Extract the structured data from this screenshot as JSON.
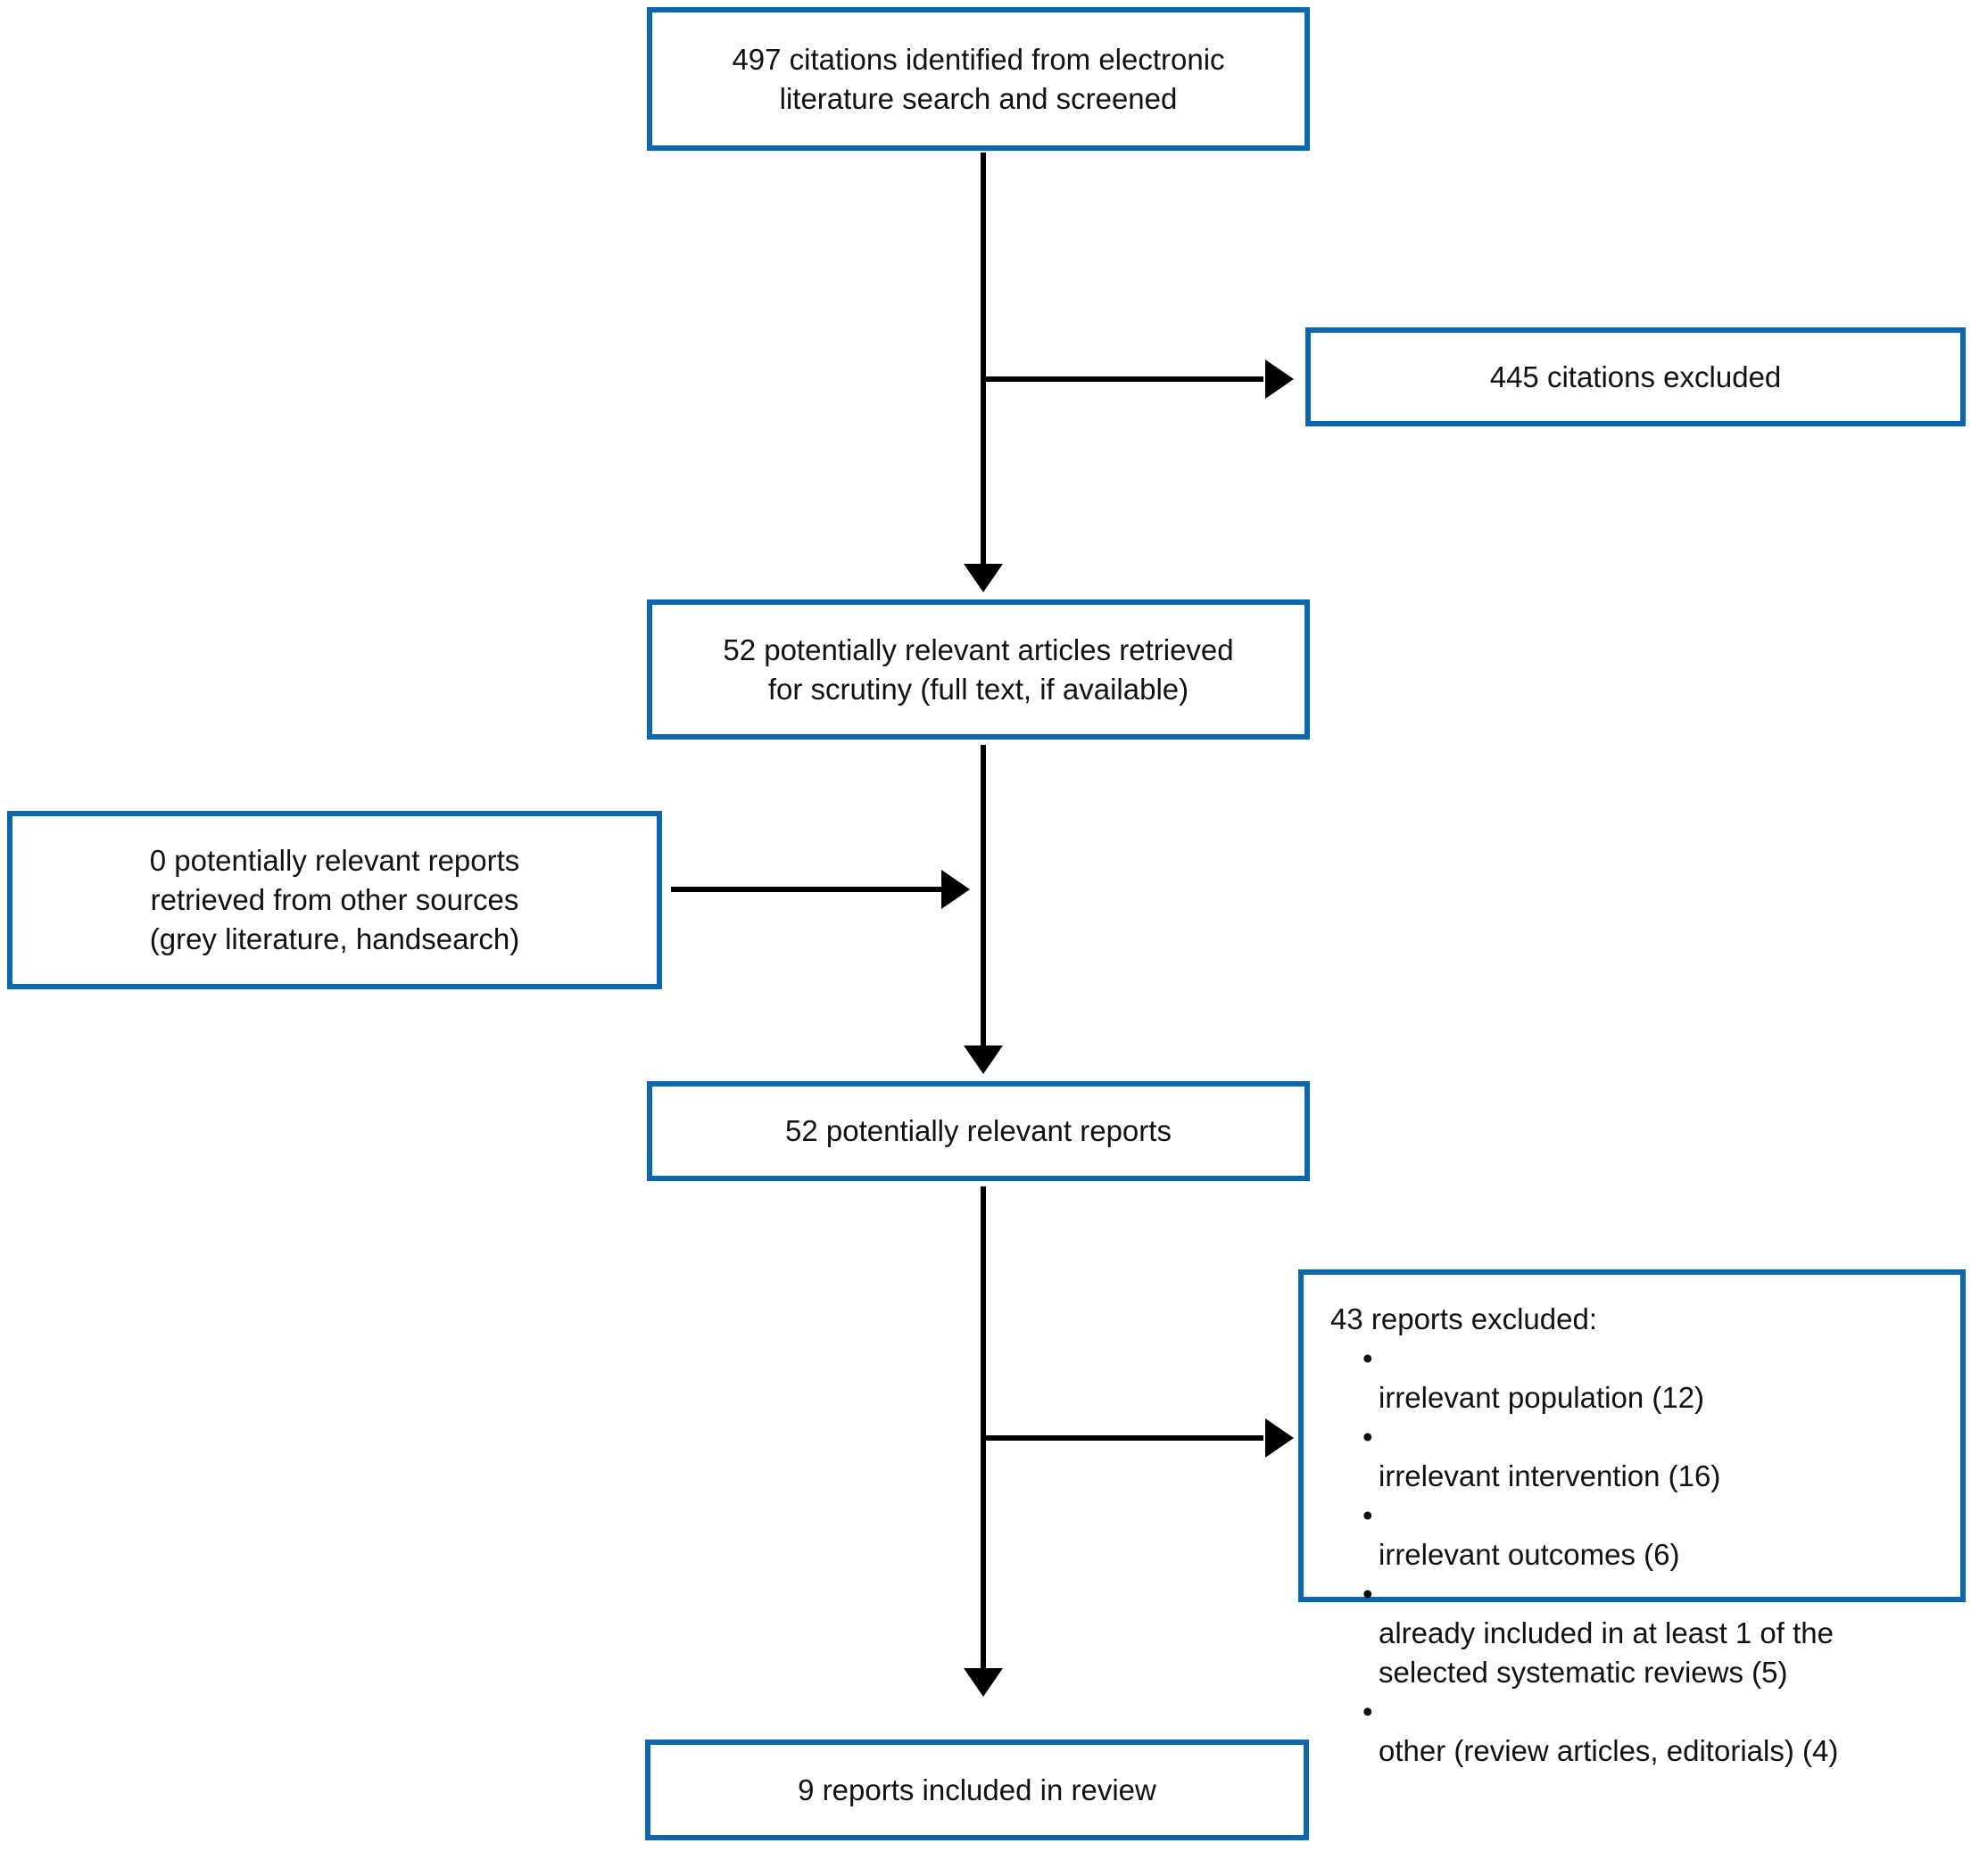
{
  "colors": {
    "box_border": "#0c66b0",
    "arrow": "#000000",
    "text": "#111111",
    "background": "#ffffff"
  },
  "boxes": {
    "identified": {
      "text": "497 citations identified from electronic\nliterature search and screened"
    },
    "citations_excluded": {
      "text": "445 citations excluded"
    },
    "retrieved_for_scrutiny": {
      "text": "52 potentially relevant articles retrieved\nfor scrutiny (full text, if available)"
    },
    "other_sources": {
      "text": "0 potentially relevant reports\nretrieved from other sources\n(grey literature, handsearch)"
    },
    "relevant_reports": {
      "text": "52 potentially relevant reports"
    },
    "reports_excluded": {
      "title": "43 reports excluded:",
      "bullet": "•",
      "items": [
        "irrelevant population (12)",
        "irrelevant intervention (16)",
        "irrelevant outcomes (6)",
        "already included in at least 1 of the\nselected systematic reviews (5)",
        "other (review articles, editorials) (4)"
      ]
    },
    "included": {
      "text": "9 reports included in review"
    }
  }
}
